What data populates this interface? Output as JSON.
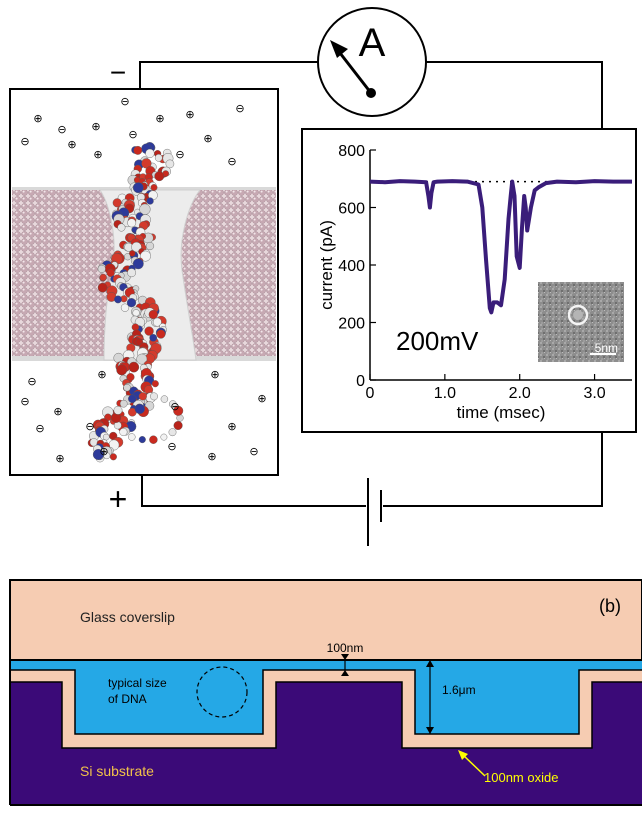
{
  "circuit": {
    "ammeter_label": "A",
    "minus_sign": "−",
    "plus_sign": "+"
  },
  "ions": {
    "positive_symbol": "⊕",
    "negative_symbol": "⊖"
  },
  "chart_data": {
    "type": "line",
    "title": "",
    "xlabel": "time (msec)",
    "ylabel": "current (pA)",
    "xlim": [
      0,
      3.5
    ],
    "ylim": [
      0,
      800
    ],
    "x_ticks": [
      0,
      1.0,
      2.0,
      3.0
    ],
    "x_tick_labels": [
      "0",
      "1.0",
      "2.0",
      "3.0"
    ],
    "y_ticks": [
      0,
      200,
      400,
      600,
      800
    ],
    "y_tick_labels": [
      "0",
      "200",
      "400",
      "600",
      "800"
    ],
    "annotation": "200mV",
    "baseline_value": 690,
    "baseline_style": "dotted",
    "series_color": "#3a1d7a",
    "series": [
      {
        "x": [
          0,
          0.2,
          0.4,
          0.6,
          0.75,
          0.78,
          0.8,
          0.82,
          0.85,
          0.9,
          1.1,
          1.3,
          1.45,
          1.5,
          1.55,
          1.6,
          1.62,
          1.65,
          1.7,
          1.75,
          1.8,
          1.85,
          1.88,
          1.9,
          1.93,
          1.96,
          2.0,
          2.03,
          2.06,
          2.08,
          2.1,
          2.15,
          2.2,
          2.25,
          2.35,
          2.5,
          2.75,
          3.0,
          3.25,
          3.5
        ],
        "values": [
          690,
          688,
          692,
          690,
          688,
          640,
          600,
          650,
          688,
          690,
          692,
          690,
          680,
          600,
          420,
          250,
          235,
          270,
          270,
          260,
          350,
          560,
          640,
          690,
          640,
          430,
          390,
          530,
          640,
          600,
          520,
          600,
          660,
          670,
          685,
          690,
          688,
          692,
          690,
          690
        ]
      }
    ],
    "inset": {
      "type": "micrograph",
      "scale_bar_label": "5nm"
    }
  },
  "device": {
    "panel_label": "(b)",
    "coverslip_label": "Glass coverslip",
    "substrate_label": "Si substrate",
    "gap_label": "100nm",
    "depth_label": "1.6μm",
    "dna_label_line1": "typical size",
    "dna_label_line2": "of DNA",
    "oxide_label": "100nm oxide",
    "colors": {
      "glass": "#f6ccb2",
      "channel": "#25a8e6",
      "oxide": "#f6ccb2",
      "substrate": "#3b0a78",
      "substrate_text": "#f2c24a",
      "arrow": "#ffff00"
    }
  }
}
